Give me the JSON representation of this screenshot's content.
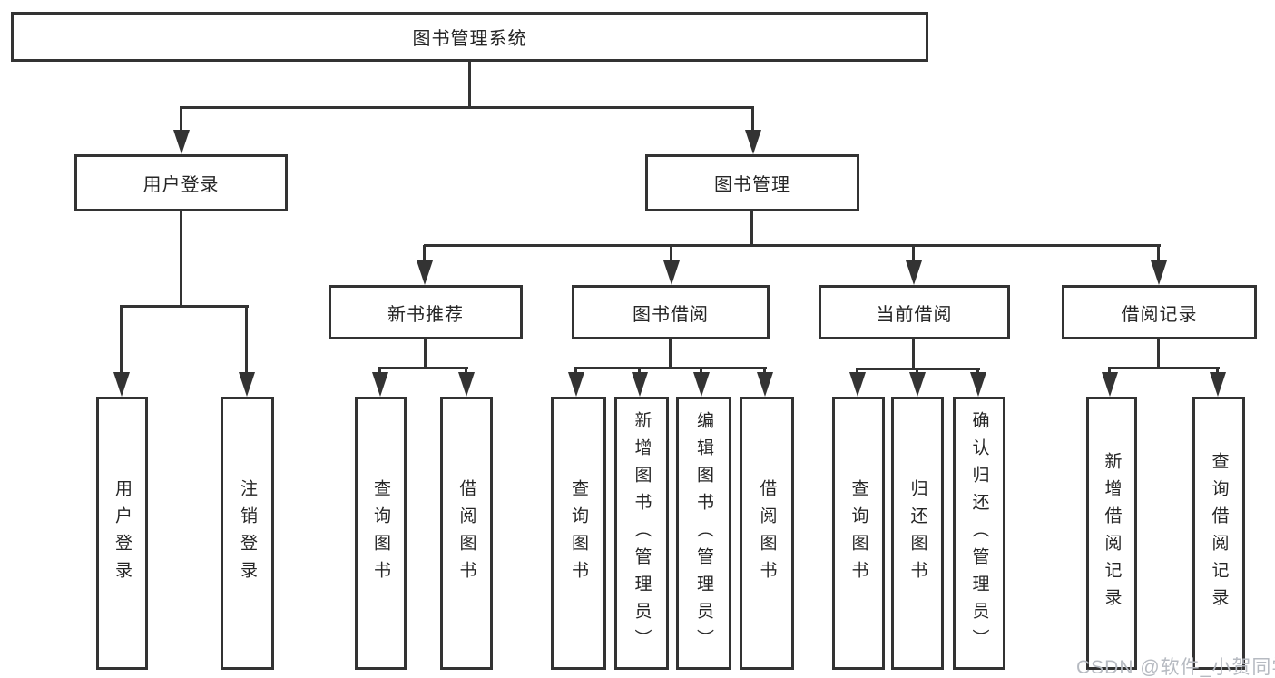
{
  "colors": {
    "line": "#333333",
    "text": "#262626",
    "watermark": "#b6bac1",
    "background": "#ffffff"
  },
  "watermark": {
    "text": "CSDN @软件_小贺同学"
  },
  "tree": {
    "root": {
      "label": "图书管理系统"
    },
    "branches": [
      {
        "label": "用户登录",
        "children": [
          {
            "label": "用户登录"
          },
          {
            "label": "注销登录"
          }
        ]
      },
      {
        "label": "图书管理",
        "children": [
          {
            "label": "新书推荐",
            "children": [
              {
                "label": "查询图书"
              },
              {
                "label": "借阅图书"
              }
            ]
          },
          {
            "label": "图书借阅",
            "children": [
              {
                "label": "查询图书"
              },
              {
                "label": "新增图书（管理员）"
              },
              {
                "label": "编辑图书（管理员）"
              },
              {
                "label": "借阅图书"
              }
            ]
          },
          {
            "label": "当前借阅",
            "children": [
              {
                "label": "查询图书"
              },
              {
                "label": "归还图书"
              },
              {
                "label": "确认归还（管理员）"
              }
            ]
          },
          {
            "label": "借阅记录",
            "children": [
              {
                "label": "新增借阅记录"
              },
              {
                "label": "查询借阅记录"
              }
            ]
          }
        ]
      }
    ]
  }
}
